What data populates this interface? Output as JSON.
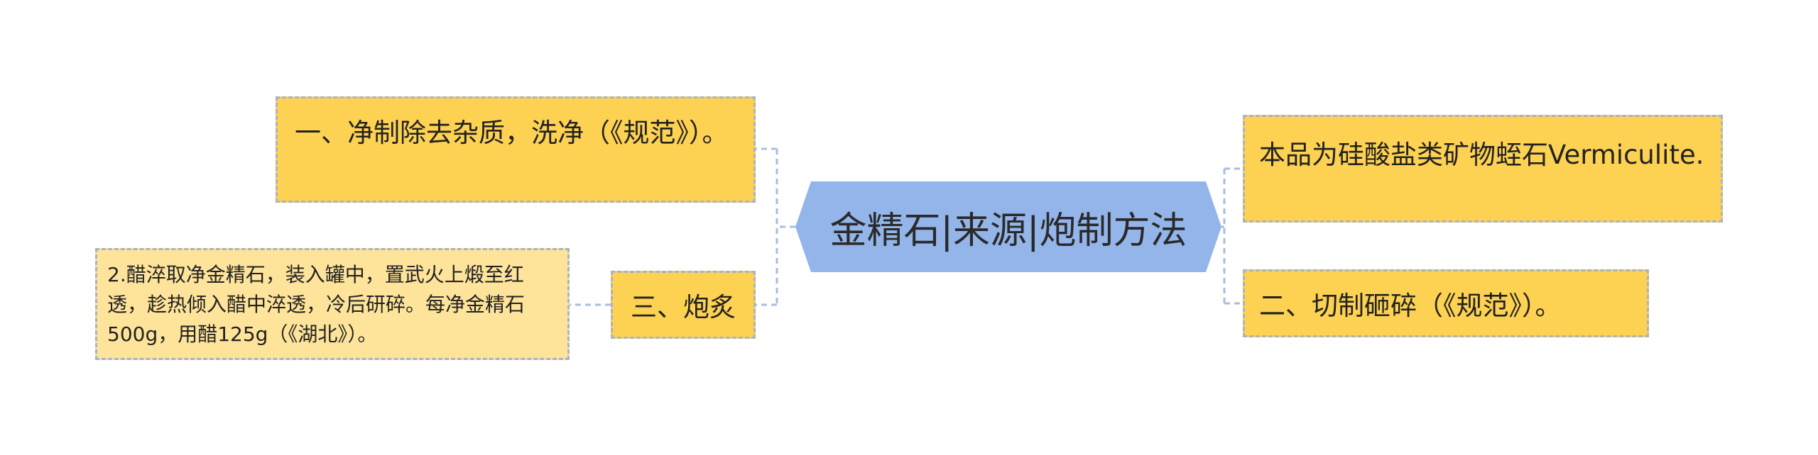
{
  "central_topic": "金精石|来源|炮制方法",
  "left_branches": {
    "branch_1": "一、净制除去杂质，洗净（《规范》）。",
    "branch_3": "三、炮炙",
    "branch_3_detail": "2.醋淬取净金精石，装入罐中，置武火上煅至红透，趁热倾入醋中淬透，冷后研碎。每净金精石500g，用醋125g（《湖北》）。"
  },
  "right_branches": {
    "source": "本品为硅酸盐类矿物蛭石Vermiculite.",
    "branch_2": "二、切制砸碎（《规范》）。"
  },
  "colors": {
    "central_fill": "#94b5ea",
    "branch_fill": "#fdd151",
    "detail_fill": "#fee39a",
    "connector": "#a8bde0",
    "border": "#a8b3c6"
  }
}
